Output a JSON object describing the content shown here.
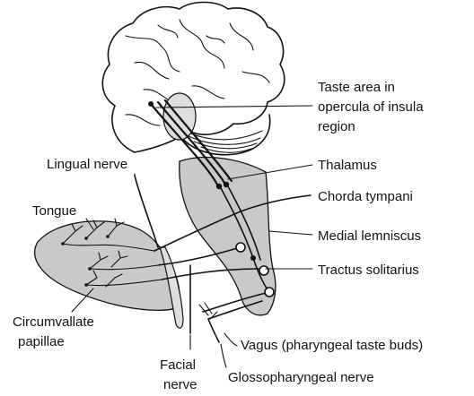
{
  "labels": {
    "taste_area_line1": "Taste area in",
    "taste_area_line2": "opercula of insula",
    "taste_area_line3": "region",
    "thalamus": "Thalamus",
    "lingual_nerve": "Lingual nerve",
    "chorda_tympani": "Chorda tympani",
    "tongue": "Tongue",
    "medial_lemniscus": "Medial lemniscus",
    "tractus_solitarius": "Tractus solitarius",
    "circumvallate_line1": "Circumvallate",
    "circumvallate_line2": "papillae",
    "vagus": "Vagus (pharyngeal taste buds)",
    "facial_line1": "Facial",
    "facial_line2": "nerve",
    "glossopharyngeal": "Glossopharyngeal nerve"
  }
}
